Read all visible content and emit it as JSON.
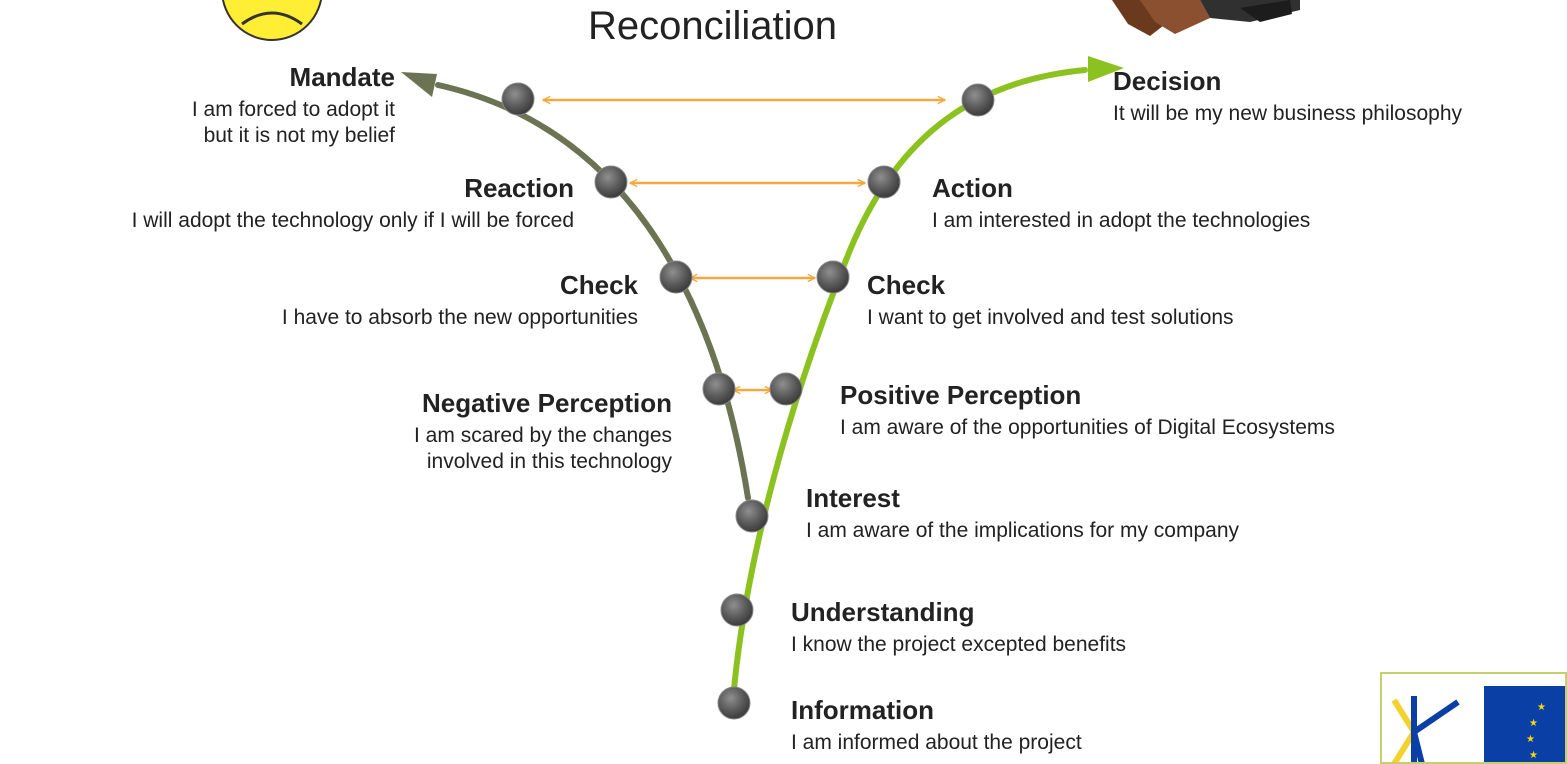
{
  "title": "Reconciliation",
  "colors": {
    "negative_path": "#6b7353",
    "positive_path": "#8cc21f",
    "arrows": "#f5a840",
    "node_fill": "#5a5a5a",
    "eu_blue": "#0a3fa6",
    "eu_star": "#ffd400",
    "smiley_fill": "#ffee33"
  },
  "negative_path": {
    "stages": [
      {
        "title": "Mandate",
        "line1": "I am forced to adopt it",
        "line2": "but it is not my belief"
      },
      {
        "title": "Reaction",
        "line1": "I will adopt the technology only if I will be forced"
      },
      {
        "title": "Check",
        "line1": "I have to  absorb the new opportunities"
      },
      {
        "title": "Negative Perception",
        "line1": "I am scared by the changes",
        "line2": "involved in this technology"
      }
    ]
  },
  "positive_path": {
    "stages": [
      {
        "title": "Decision",
        "line1": "It will be my new business philosophy"
      },
      {
        "title": "Action",
        "line1": "I am interested in adopt the technologies"
      },
      {
        "title": "Check",
        "line1": "I want to get involved and test solutions"
      },
      {
        "title": "Positive Perception",
        "line1": "I am aware of the opportunities of Digital Ecosystems"
      }
    ]
  },
  "common_stages": [
    {
      "title": "Interest",
      "line1": "I am aware of the implications for my company"
    },
    {
      "title": "Understanding",
      "line1": "I know the project excepted benefits"
    },
    {
      "title": "Information",
      "line1": "I am informed about the project"
    }
  ],
  "icons": [
    "sad-face-icon",
    "handshake-icon",
    "eu-logo-icon"
  ]
}
